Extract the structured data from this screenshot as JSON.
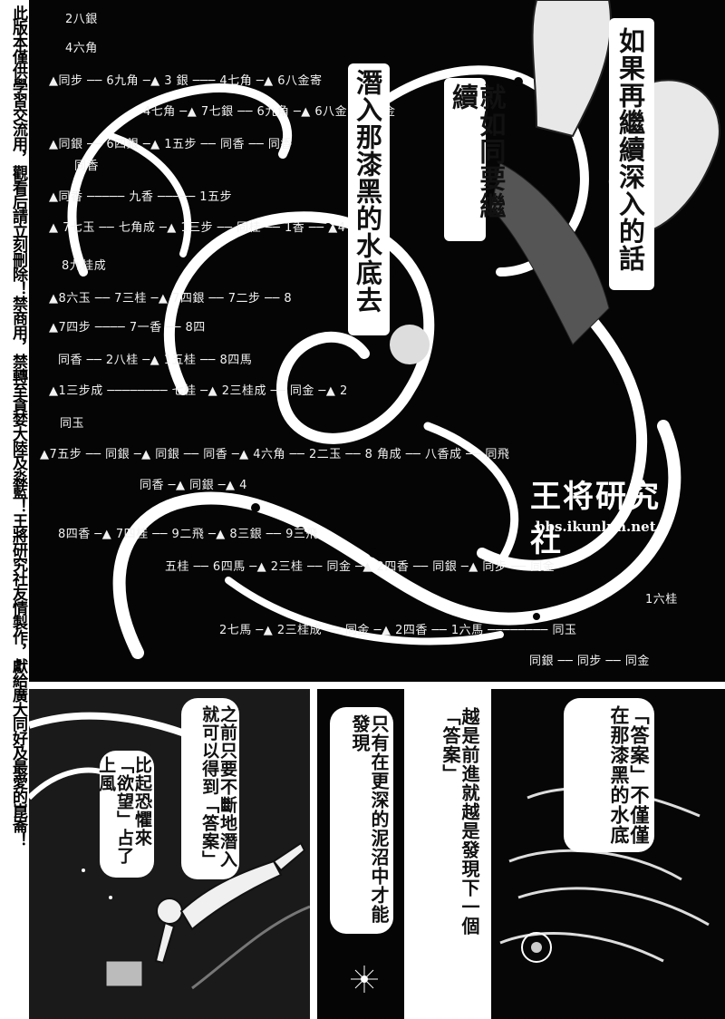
{
  "side_note": "此版本僅供學習交流用，觀看后請立刻刪除！禁商用，禁轉至貪婪大陸及淼藍！王將研究社友情製作，獻給廣大同好及最愛的崑崙！",
  "watermark": {
    "logo": "王将研究社",
    "url": "bbs.ikunlun.net"
  },
  "top_panel": {
    "captions": [
      {
        "id": "caption-1",
        "text": "如果再繼續深入的話"
      },
      {
        "id": "caption-2",
        "text": "就如同要繼續"
      },
      {
        "id": "caption-3",
        "text": "潛入那漆黑的水底去"
      }
    ],
    "kifu_lines": [
      "2八銀",
      "4六角",
      "▲同步 ── 6九角 ─▲ 3 銀 ─── 4七角 ─▲ 6八金寄",
      "4七角 ─▲ 7七銀 ── 6九角 ─▲ 6八金  ─ 7七金",
      "▲同銀 ── 6四銀 ─▲ 1五步 ── 同香 ── 同香",
      "同香",
      "▲同香 ───── 九香 ───── 1五步",
      "▲ 7七玉 ── 七角成 ─▲ 1三步 ── 同桂 ── 1香 ── ▲4一角",
      "8九桂成",
      "▲8六玉 ── 7三桂 ─▲ 7四銀 ── 7二步 ── 8",
      "▲7四步 ──── 7一香 ── 8四",
      "同香 ── 2八桂 ─▲ 1五桂 ── 8四馬",
      "▲1三步成 ──────── 七桂 ─▲ 2三桂成 ── 同金 ─▲ 2",
      "同玉",
      "▲7五步 ── 同銀 ─▲ 同銀 ── 同香 ─▲ 4六角 ── 2二玉 ── 8 角成 ── 八香成 ── 同飛",
      "同香 ─▲ 同銀 ─▲ 4",
      "8四香 ─▲ 7四桂 ── 9二飛 ─▲ 8三銀 ── 9三飛",
      "五桂 ── 6四馬 ─▲ 2三桂 ── 同金 ─▲ 2四香 ── 同銀 ─▲ 同步 ── 同金",
      "1六桂",
      "2七馬 ─▲ 2三桂成 ── 同金 ─▲ 2四香 ── 1六馬 ──────── 同玉",
      "同銀 ── 同步 ── 同金"
    ]
  },
  "bottom_panels": [
    {
      "id": "panel-left",
      "captions": [
        "之前只要不斷地潛入就可以得到「答案」",
        "比起恐懼來「欲望」占了上風"
      ]
    },
    {
      "id": "panel-middle",
      "captions": [
        "只有在更深的泥沼中才能發現"
      ]
    },
    {
      "id": "panel-right",
      "captions": [
        "越是前進就越是發現下一個「答案」",
        "「答案」不僅僅在那漆黑的水底"
      ]
    }
  ]
}
